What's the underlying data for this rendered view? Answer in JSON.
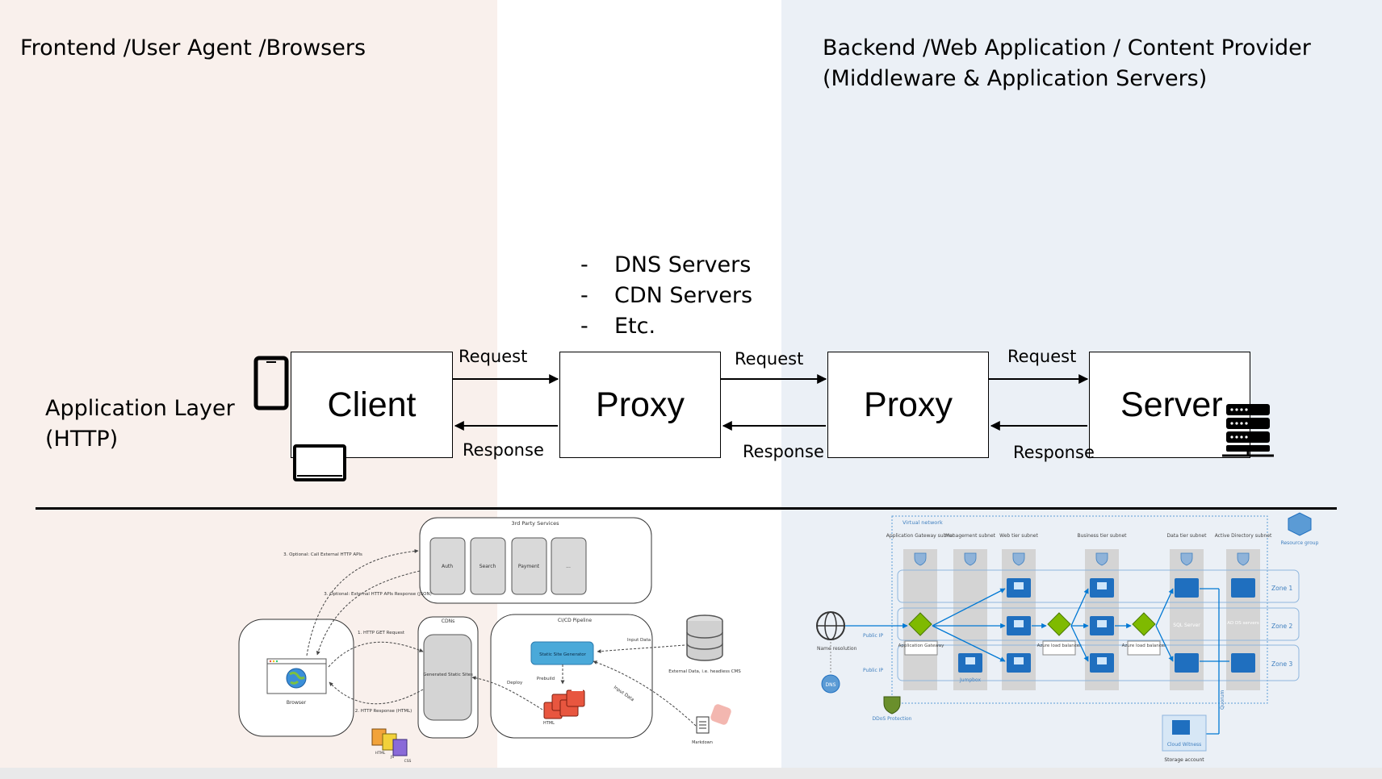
{
  "headings": {
    "frontend": "Frontend /User Agent /Browsers",
    "backend_line1": "Backend /Web Application / Content Provider",
    "backend_line2": "(Middleware & Application Servers)"
  },
  "layer": {
    "line1": "Application Layer",
    "line2": "(HTTP)"
  },
  "proxy_notes": [
    {
      "dash": "-",
      "text": "DNS  Servers"
    },
    {
      "dash": "-",
      "text": "CDN Servers"
    },
    {
      "dash": "-",
      "text": "Etc."
    }
  ],
  "nodes": {
    "client": "Client",
    "proxy1": "Proxy",
    "proxy2": "Proxy",
    "server": "Server"
  },
  "arrows": {
    "req1": "Request",
    "res1": "Response",
    "req2": "Request",
    "res2": "Response",
    "req3": "Request",
    "res3": "Response"
  },
  "icons": [
    "smartphone-icon",
    "tablet-icon",
    "server-rack-icon"
  ],
  "colors": {
    "frontend_bg": "#f9f0ec",
    "backend_bg": "#ebf0f6",
    "azure_blue": "#0078d4",
    "azure_green": "#7fba00"
  },
  "jamstack": {
    "third_party": "3rd Party Services",
    "services": [
      "Auth",
      "Search",
      "Payment",
      "..."
    ],
    "browser": "Browser",
    "cdns": "CDNs",
    "generated": "Generated Static Sites",
    "pipeline": "CI/CD Pipeline",
    "generator": "Static Site Generator",
    "prebuild": "Prebuild",
    "deploy": "Deploy",
    "input_data": "Input Data",
    "external": "External Data, i.e. headless CMS",
    "markdown": "Markdown",
    "req": "1. HTTP GET Request",
    "resp": "2. HTTP Response (HTML)",
    "opt_call": "3. Optional: Call External HTTP APIs",
    "opt_resp": "3. Optional: External HTTP APIs Response (JSON)",
    "html": "HTML",
    "css": "CSS",
    "js": "JS"
  },
  "azure": {
    "vnet": "Virtual network",
    "subnets": [
      "Application Gateway subnet",
      "Management subnet",
      "Web tier subnet",
      "Business tier subnet",
      "Data tier subnet",
      "Active Directory subnet"
    ],
    "zones": [
      "Zone 1",
      "Zone 2",
      "Zone 3"
    ],
    "resource_group": "Resource group",
    "name_resolution": "Name resolution",
    "public_ip": "Public IP",
    "app_gateway": "Application Gateway",
    "jumpbox": "Jumpbox",
    "lb": "Azure load balancer",
    "sql": "SQL Server",
    "adds": "AD DS servers",
    "ddos": "DDoS Protection",
    "cloud_witness": "Cloud Witness",
    "storage": "Storage account",
    "quorum": "Quorum",
    "vm": "VM",
    "nsg": "NSG",
    "dns": "DNS"
  }
}
